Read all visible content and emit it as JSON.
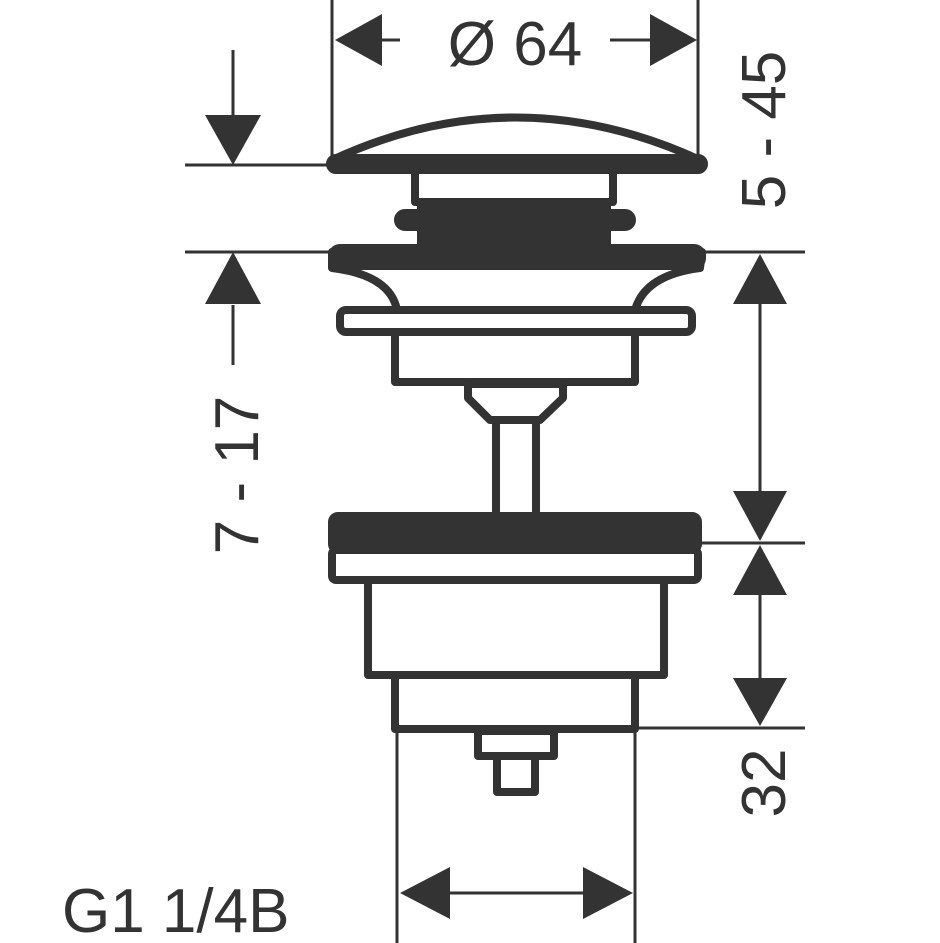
{
  "drawing": {
    "diameter_label": "Ø 64",
    "stroke_range_label": "5 - 45",
    "flange_range_label": "7 - 17",
    "body_height_label": "32",
    "thread_label": "G1 1/4B"
  },
  "colors": {
    "line": "#333333",
    "background": "#ffffff"
  }
}
